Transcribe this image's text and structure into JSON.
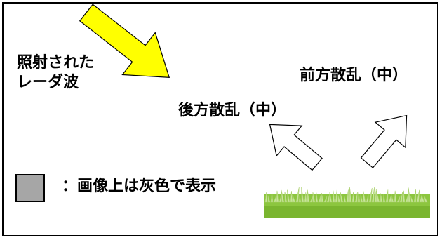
{
  "labels": {
    "incident_line1": "照射された",
    "incident_line2": "レーダ波",
    "backscatter": "後方散乱（中）",
    "forward_scatter": "前方散乱（中）",
    "legend": "：画像上は灰色で表示"
  },
  "colors": {
    "incident_arrow": "#ffff00",
    "scatter_arrow_fill": "#ffffff",
    "legend_gray": "#a6a6a6",
    "grass": "#8cc63f"
  }
}
